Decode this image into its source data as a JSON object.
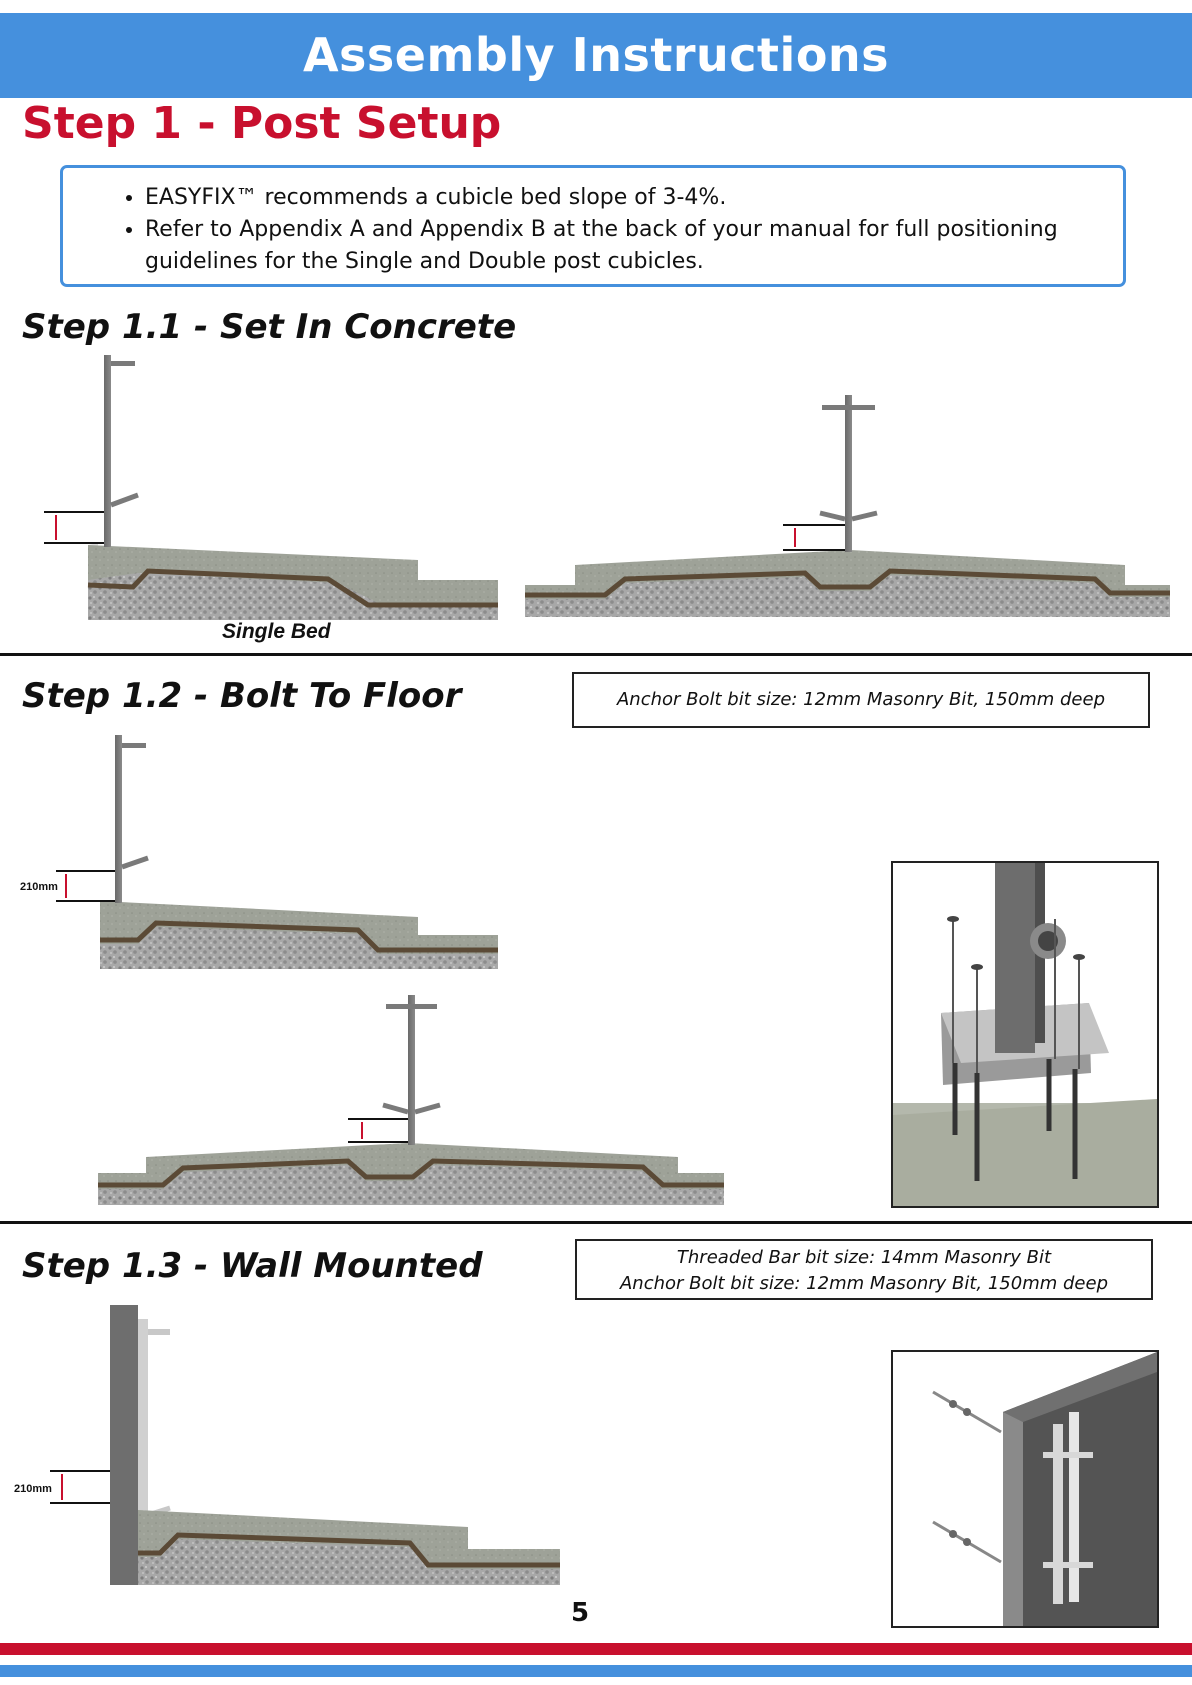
{
  "header": {
    "title": "Assembly Instructions"
  },
  "step": {
    "title": "Step 1 - Post Setup"
  },
  "notes": {
    "items": [
      "EASYFIX™ recommends a cubicle bed slope of 3-4%.",
      "Refer to Appendix A and Appendix B at the back of your manual for full positioning guidelines for the Single and Double post cubicles."
    ]
  },
  "step_1_1": {
    "title": "Step 1.1 - Set In Concrete",
    "caption": "Single Bed"
  },
  "step_1_2": {
    "title": "Step 1.2 - Bolt To Floor",
    "bit_info": "Anchor Bolt bit size:  12mm Masonry Bit, 150mm deep",
    "dimension": "210mm"
  },
  "step_1_3": {
    "title": "Step 1.3 - Wall Mounted",
    "bit_info_line1": "Threaded Bar bit size: 14mm Masonry Bit",
    "bit_info_line2": "Anchor Bolt bit size: 12mm Masonry Bit, 150mm deep",
    "dimension": "210mm"
  },
  "footer": {
    "page_number": "5"
  },
  "colors": {
    "banner_blue": "#4590dd",
    "title_red": "#c8102e",
    "stripe_red": "#c8102e",
    "stripe_blue": "#4590dd"
  }
}
